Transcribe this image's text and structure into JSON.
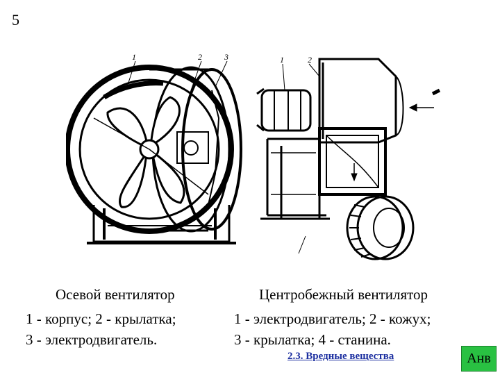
{
  "slide": {
    "number": "5"
  },
  "axial": {
    "title": "Осевой вентилятор",
    "legend_line1": "1 - корпус; 2 - крылатка;",
    "legend_line2": "3 - электродвигатель.",
    "callouts": [
      "1",
      "2",
      "3"
    ]
  },
  "centrifugal": {
    "title": "Центробежный вентилятор",
    "legend_line1": "1 - электродвигатель; 2 - кожух;",
    "legend_line2": "3 - крылатка; 4 - станина.",
    "callouts": [
      "1",
      "2"
    ]
  },
  "footer": {
    "link_text": "2.3. Вредные вещества",
    "nav_button_text": "Анв",
    "nav_button_color": "#29c142",
    "link_color": "#1c2fa0"
  }
}
